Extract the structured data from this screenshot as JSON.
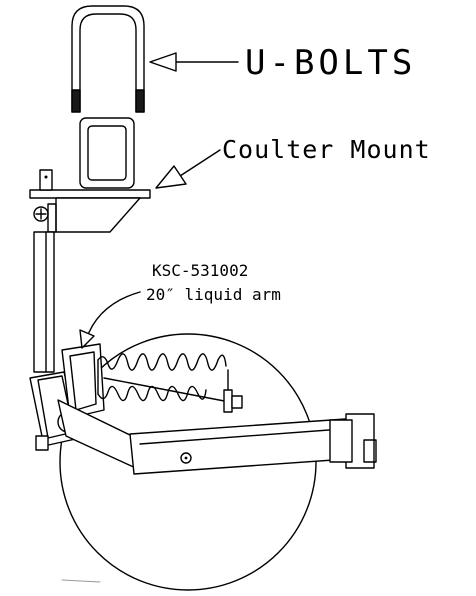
{
  "labels": {
    "ubolts": "U-BOLTS",
    "coulter_mount": "Coulter Mount",
    "part_number": "KSC-531002",
    "arm_description": "20″ liquid arm"
  },
  "colors": {
    "line": "#000000",
    "background": "#ffffff",
    "bolt_tips": "#1a1a1a"
  }
}
